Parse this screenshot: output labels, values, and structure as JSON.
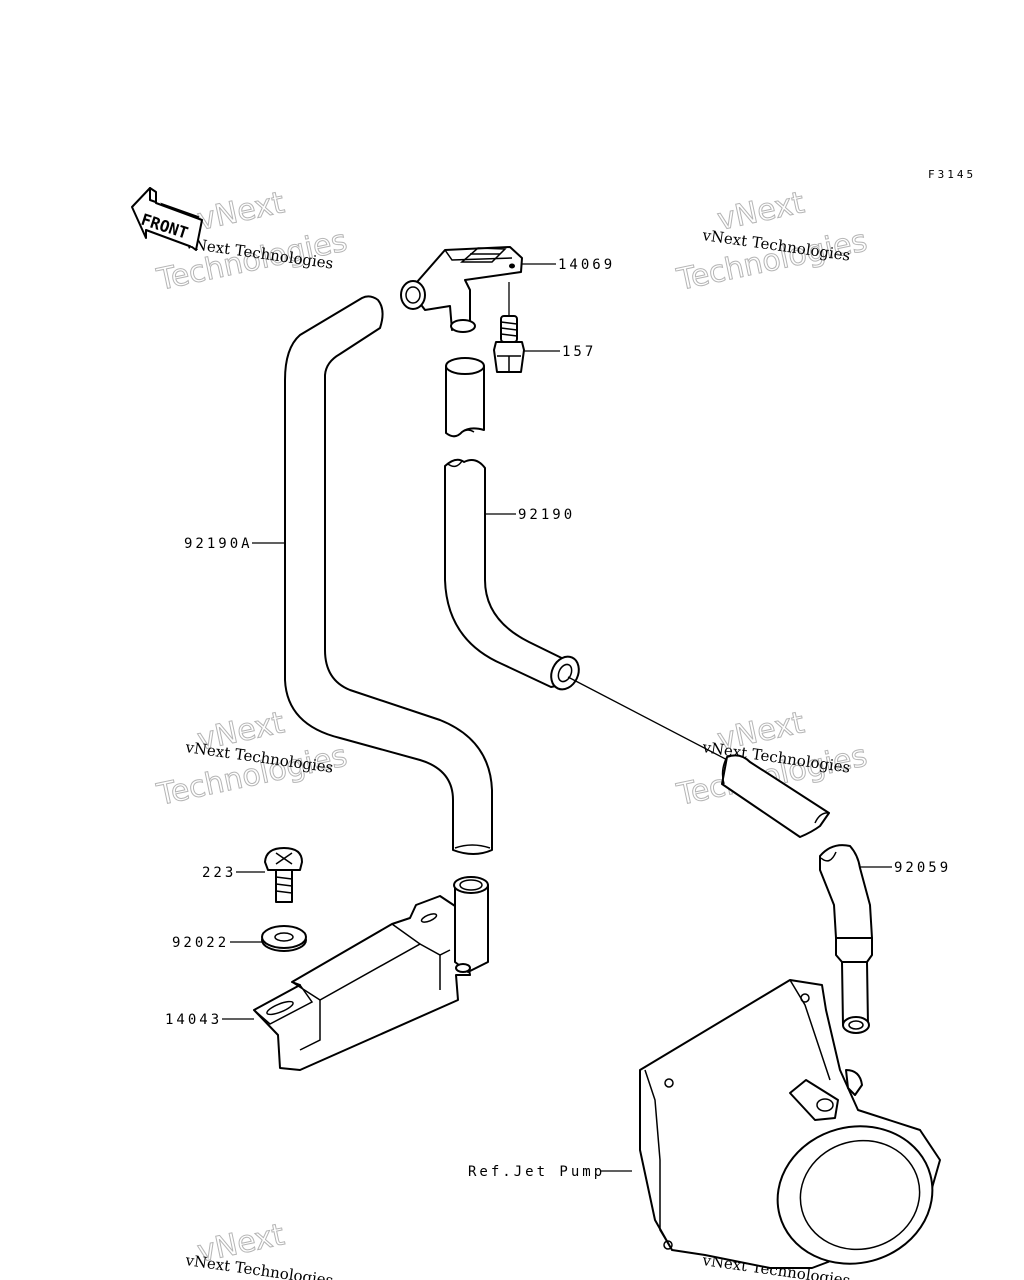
{
  "figure_code": "F3145",
  "front_label": "FRONT",
  "watermark": {
    "line1": "vNext Technologies",
    "line2": "vNext",
    "line3": "Technologies"
  },
  "parts": [
    {
      "id": "14069",
      "label": "14069"
    },
    {
      "id": "157",
      "label": "157"
    },
    {
      "id": "92190",
      "label": "92190"
    },
    {
      "id": "92190A",
      "label": "92190A"
    },
    {
      "id": "92059",
      "label": "92059"
    },
    {
      "id": "223",
      "label": "223"
    },
    {
      "id": "92022",
      "label": "92022"
    },
    {
      "id": "14043",
      "label": "14043"
    },
    {
      "id": "ref-jet-pump",
      "label": "Ref.Jet Pump"
    }
  ]
}
